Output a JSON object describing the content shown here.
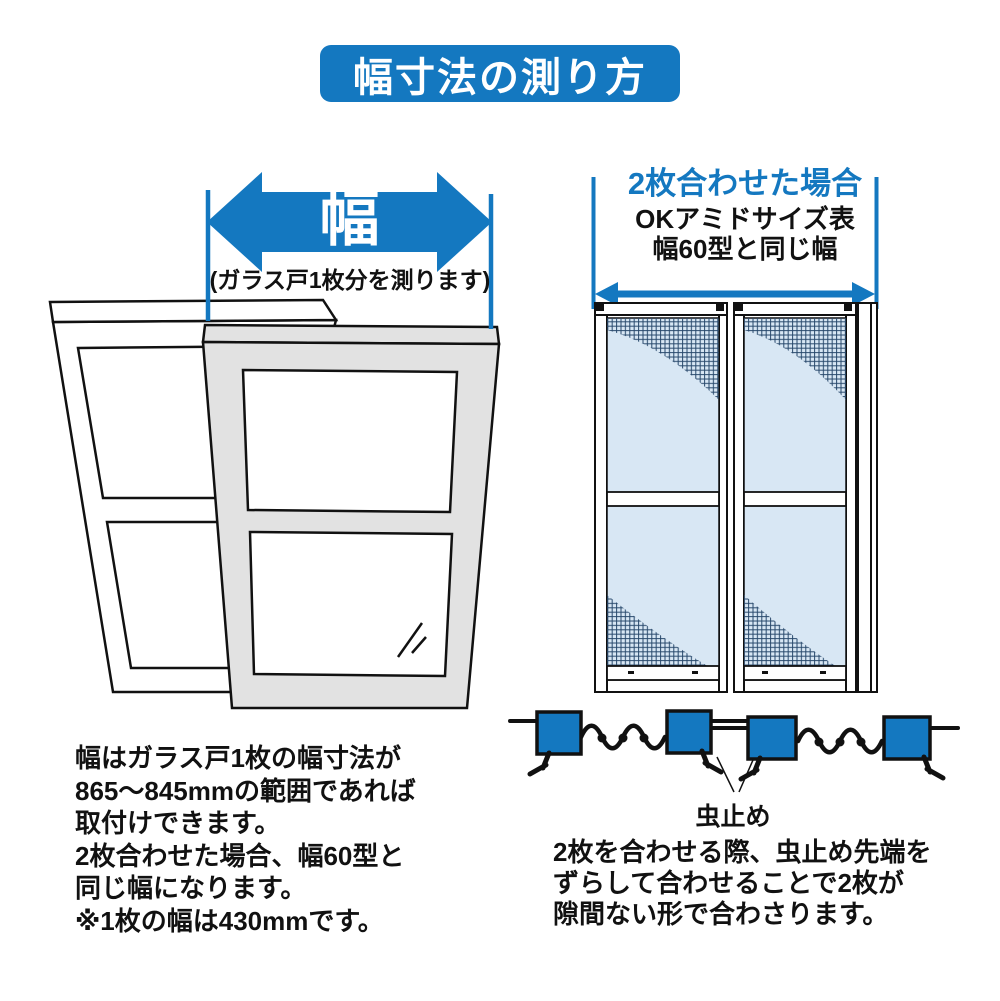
{
  "title": "幅寸法の測り方",
  "colors": {
    "accent_blue": "#1478c0",
    "screen_blue": "#d8e7f4",
    "mesh_line": "#27486b",
    "frame_gray": "#e2e2e2",
    "line_black": "#111111"
  },
  "left_diagram": {
    "width_arrow_label": "幅",
    "measure_note": "(ガラス戸1枚分を測ります)"
  },
  "right_diagram": {
    "heading": "2枚合わせた場合",
    "size_note_line1": "OKアミドサイズ表",
    "size_note_line2": "幅60型と同じ幅"
  },
  "bottom_left_note": {
    "lines": [
      "幅はガラス戸1枚の幅寸法が",
      "865〜845mmの範囲であれば",
      "取付けできます。",
      "2枚合わせた場合、幅60型と",
      "同じ幅になります。",
      "※1枚の幅は430mmです。"
    ]
  },
  "stopper_section": {
    "label": "虫止め",
    "lines": [
      "2枚を合わせる際、虫止め先端を",
      "ずらして合わせることで2枚が",
      "隙間ない形で合わさります。"
    ]
  }
}
